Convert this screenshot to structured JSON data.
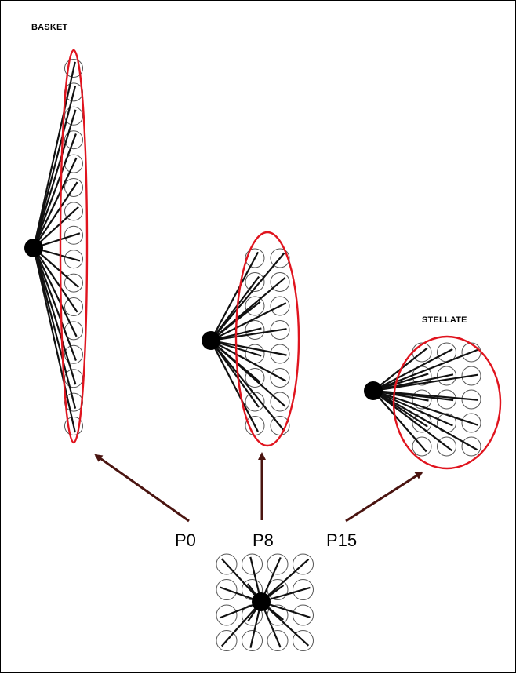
{
  "labels": {
    "basket": "BASKET",
    "stellate": "STELLATE",
    "p0": "P0",
    "p8": "P8",
    "p15": "P15"
  },
  "colors": {
    "outline": "#e0141e",
    "arrow": "#4a1410",
    "line": "#111111",
    "circle": "#555555",
    "soma": "#000000"
  },
  "icons": {
    "arrow_p0": "arrow-up-left",
    "arrow_p8": "arrow-up",
    "arrow_p15": "arrow-up-right"
  }
}
